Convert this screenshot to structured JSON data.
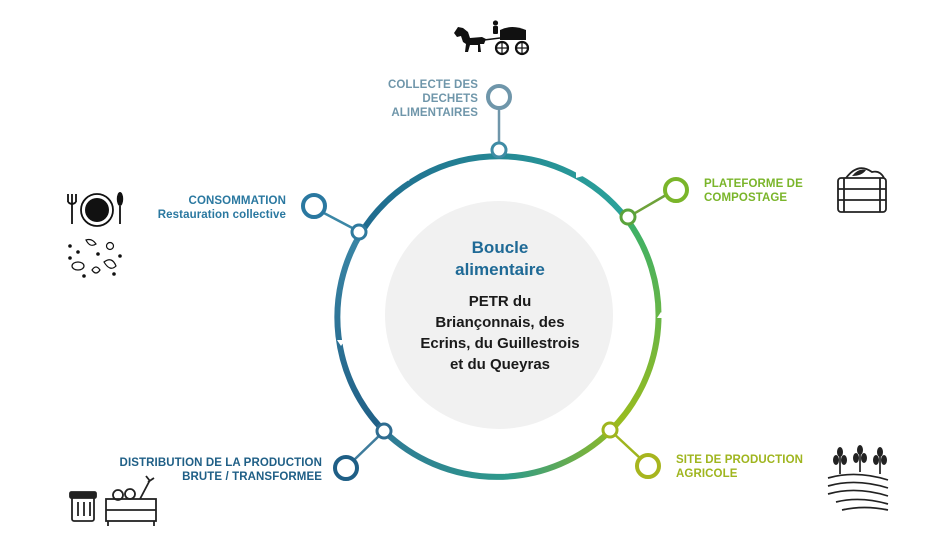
{
  "center": {
    "title": "Boucle\nalimentaire",
    "subtitle": "PETR du Briançonnais, des Ecrins, du Guillestrois et du Queyras"
  },
  "nodes": [
    {
      "id": "collecte",
      "line1": "COLLECTE DES",
      "line2": "DECHETS",
      "line3": "ALIMENTAIRES",
      "icon": "horse-cart-icon"
    },
    {
      "id": "compostage",
      "line1": "PLATEFORME DE",
      "line2": "COMPOSTAGE",
      "icon": "compost-bin-icon"
    },
    {
      "id": "production",
      "line1": "SITE DE PRODUCTION",
      "line2": "AGRICOLE",
      "icon": "crops-field-icon"
    },
    {
      "id": "distribution",
      "line1": "DISTRIBUTION DE LA PRODUCTION",
      "line2": "BRUTE / TRANSFORMEE",
      "icon": "produce-crate-icon"
    },
    {
      "id": "consommation",
      "line1": "CONSOMMATION",
      "line2": "Restauration collective",
      "icon": "plate-cutlery-icon"
    }
  ],
  "colors": {
    "blue_dark": "#1f5f86",
    "blue_mid": "#3b87a6",
    "grey_blue": "#6f96aa",
    "green": "#7ab52a",
    "olive": "#9fb51e",
    "teal": "#2a9a95",
    "center_fill": "#f1f1f1"
  }
}
